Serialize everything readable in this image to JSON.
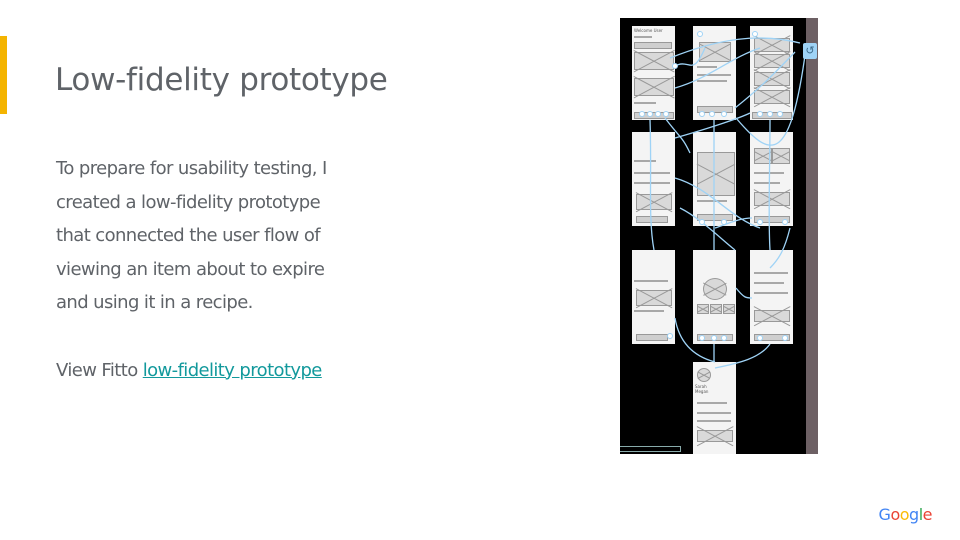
{
  "slide": {
    "title": "Low-fidelity prototype",
    "paragraph": "To prepare for usability testing, I created a low-fidelity prototype that connected the user flow of viewing an item about to expire and using it in a recipe.",
    "link_prefix": "View Fitto ",
    "link_text": "low-fidelity prototype"
  },
  "prototype": {
    "screens": [
      {
        "caption": "Welcome User",
        "name": ""
      },
      {
        "caption": "",
        "name": ""
      },
      {
        "caption": "",
        "name": ""
      },
      {
        "caption": "",
        "name": ""
      },
      {
        "caption": "",
        "name": ""
      },
      {
        "caption": "",
        "name": ""
      },
      {
        "caption": "",
        "name": ""
      },
      {
        "caption": "",
        "name": ""
      },
      {
        "caption": "",
        "name": ""
      },
      {
        "caption": "",
        "name": "Sarah\nMegan"
      }
    ],
    "back_icon": "back-arrow-icon"
  },
  "brand": {
    "logo": "Google",
    "colors": {
      "accent": "#f4b400",
      "link": "#12999c",
      "flow": "#9fd3f6",
      "text": "#5f6368"
    }
  }
}
